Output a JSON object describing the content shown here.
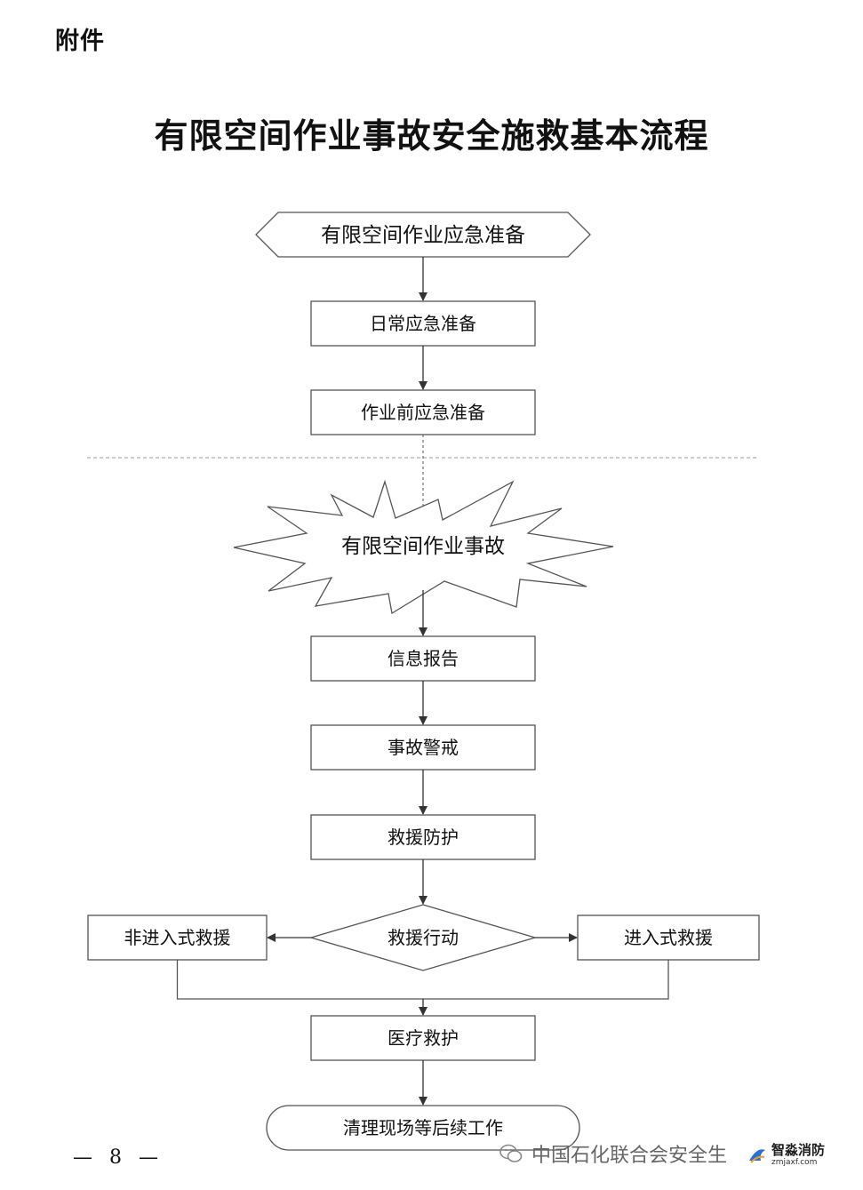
{
  "header": {
    "attachment_label": "附件",
    "title": "有限空间作业事故安全施救基本流程"
  },
  "flow": {
    "prep_banner": "有限空间作业应急准备",
    "daily_prep": "日常应急准备",
    "pre_work_prep": "作业前应急准备",
    "accident_burst": "有限空间作业事故",
    "info_report": "信息报告",
    "alert": "事故警戒",
    "rescue_protection": "救援防护",
    "rescue_action": "救援行动",
    "non_entry_rescue": "非进入式救援",
    "entry_rescue": "进入式救援",
    "medical_rescue": "医疗救护",
    "cleanup": "清理现场等后续工作"
  },
  "footer": {
    "page_number": "— 8 —",
    "watermark": "中国石化联合会安全生",
    "brand_name": "智淼消防",
    "brand_url": "zmjaxf.com"
  },
  "colors": {
    "line": "#4a4a4a",
    "box_stroke": "#555555",
    "dashed": "#9a9a9a"
  }
}
